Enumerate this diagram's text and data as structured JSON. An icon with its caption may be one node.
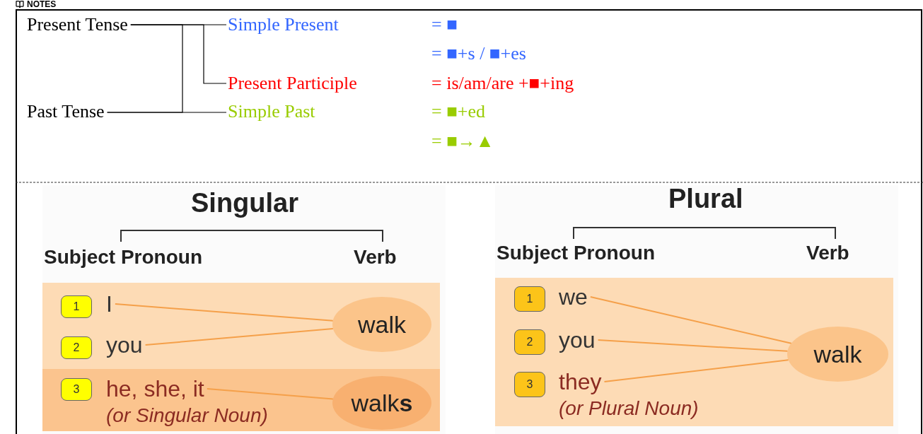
{
  "diagram": {
    "title": "NOTES",
    "nodes": [
      {
        "text": [
          "Present Tense"
        ]
      },
      {
        "text": [
          "Past Tense"
        ]
      },
      {
        "text": [
          "Simple Present"
        ]
      },
      {
        "text": [
          "Present Participle"
        ]
      },
      {
        "text": [
          "Simple Past"
        ]
      },
      {
        "text": [
          "Singular",
          "Subject Pronoun",
          "Verb"
        ]
      },
      {
        "text": [],
        "shape": "box",
        "in": 5
      },
      {
        "text": [
          "1"
        ],
        "in": 6
      },
      {
        "text": [
          "I"
        ],
        "in": 6
      },
      {
        "text": [
          "2"
        ],
        "in": 6
      },
      {
        "text": [
          "you"
        ],
        "in": 6
      },
      {
        "text": [
          "walk"
        ],
        "in": 6
      },
      {
        "text": [],
        "shape": "box",
        "in": 5
      },
      {
        "text": [
          "3"
        ],
        "in": 12
      },
      {
        "text": [
          "he, she, it",
          "(or Singular Noun)"
        ],
        "in": 12
      },
      {
        "text": [
          "walk**s**"
        ],
        "in": 12
      },
      {
        "text": [
          "Plural",
          "Subject Pronoun",
          "Verb"
        ]
      },
      {
        "text": [],
        "shape": "box",
        "in": 16
      },
      {
        "text": [
          "1"
        ],
        "in": 17
      },
      {
        "text": [
          "we"
        ],
        "in": 17
      },
      {
        "text": [
          "2"
        ],
        "in": 17
      },
      {
        "text": [
          "you"
        ],
        "in": 17
      },
      {
        "text": [
          "3"
        ],
        "in": 17
      },
      {
        "text": [
          "they",
          "(or Plural Noun)"
        ],
        "in": 17
      },
      {
        "text": [
          "walk"
        ],
        "in": 17
      }
    ],
    "edges": [
      {
        "from": 0,
        "to": 2,
        "arrow": "none",
        "color": "#000000"
      },
      {
        "from": 0,
        "to": 3,
        "arrow": "none",
        "color": "#000000"
      },
      {
        "from": 0,
        "to": 1,
        "arrow": "none",
        "color": "#000000"
      },
      {
        "from": 1,
        "to": 4,
        "arrow": "none",
        "color": "#000000"
      },
      {
        "from": 8,
        "to": 11,
        "arrow": "none"
      },
      {
        "from": 10,
        "to": 11,
        "arrow": "none"
      },
      {
        "from": 14,
        "to": 15,
        "arrow": "none"
      },
      {
        "from": 19,
        "to": 24,
        "arrow": "none"
      },
      {
        "from": 21,
        "to": 24,
        "arrow": "none"
      },
      {
        "from": 23,
        "to": 24,
        "arrow": "none"
      }
    ],
    "labels": [
      "= ■",
      "= ■+s / ■+es",
      "= is/am/are +■+ing",
      "= ■+ed",
      "= ■→▲"
    ]
  }
}
